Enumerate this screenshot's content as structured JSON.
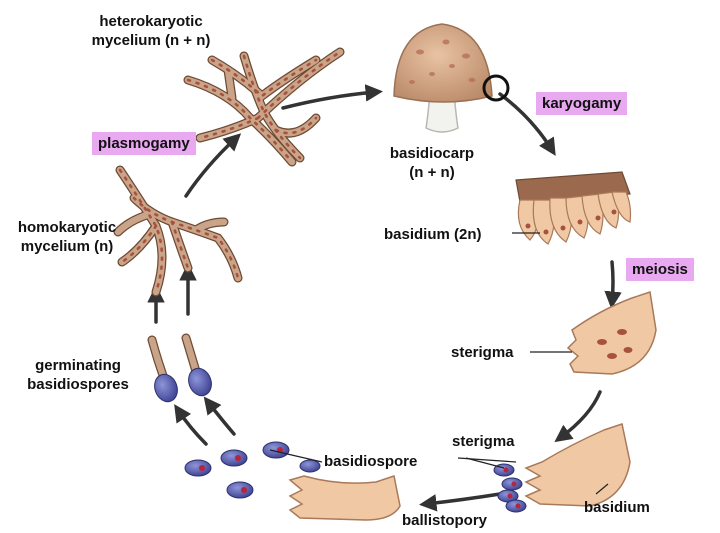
{
  "colors": {
    "process_highlight": "#e8a9f0",
    "hypha_fill": "#c9a489",
    "hypha_stroke": "#6e4a33",
    "nucleus": "#a8513e",
    "spore_fill": "#4e55a6",
    "spore_nucleus": "#b8243c",
    "basidium_fill": "#f0c9a4",
    "cap_fill": "#d9ae8d",
    "stalk_fill": "#f2f2ee",
    "arrow": "#333333"
  },
  "labels": {
    "heterokaryotic": [
      "heterokaryotic",
      "mycelium (n + n)"
    ],
    "basidiocarp": [
      "basidiocarp",
      "(n + n)"
    ],
    "basidium_2n": "basidium (2n)",
    "sterigma_mid": "sterigma",
    "sterigma_bottom": "sterigma",
    "basidium": "basidium",
    "basidiospore": "basidiospore",
    "ballistopory": "ballistopory",
    "germinating": [
      "germinating",
      "basidiospores"
    ],
    "homokaryotic": [
      "homokaryotic",
      "mycelium (n)"
    ]
  },
  "process_tags": {
    "plasmogamy": "plasmogamy",
    "karyogamy": "karyogamy",
    "meiosis": "meiosis"
  },
  "icons": [
    "mushroom-icon",
    "mycelium-icon",
    "basidium-icon",
    "basidiospore-icon",
    "cycle-arrow-icon"
  ]
}
